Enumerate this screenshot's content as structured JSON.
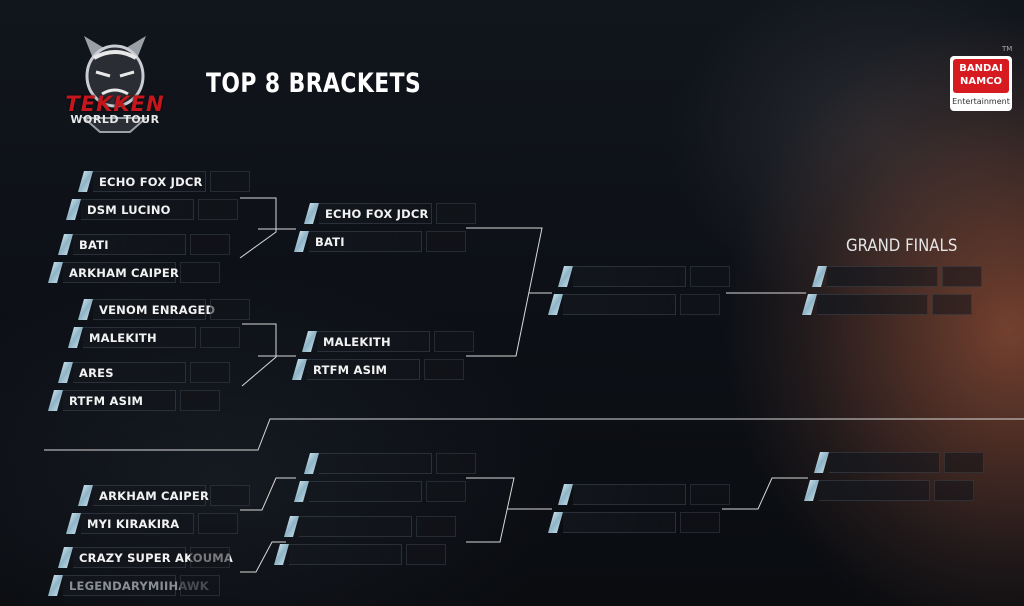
{
  "header": {
    "logo_text_main": "TEKKEN",
    "logo_text_sub": "WORLD TOUR",
    "title": "TOP 8 BRACKETS",
    "sponsor_line1": "BANDAI",
    "sponsor_line2": "NAMCO",
    "sponsor_line3": "Entertainment",
    "sponsor_tm": "TM"
  },
  "winners_bracket": {
    "round1": [
      "ECHO FOX JDCR",
      "DSM LUCINO",
      "BATI",
      "ARKHAM CAIPER",
      "VENOM ENRAGED",
      "MALEKITH",
      "ARES",
      "RTFM ASIM"
    ],
    "round2": [
      "ECHO FOX JDCR",
      "BATI",
      "MALEKITH",
      "RTFM ASIM"
    ],
    "final": [
      "",
      ""
    ]
  },
  "grand_finals": {
    "label": "GRAND FINALS",
    "players": [
      "",
      ""
    ]
  },
  "losers_bracket": {
    "round1": [
      "ARKHAM CAIPER",
      "MYI KIRAKIRA",
      "CRAZY SUPER AKOUMA",
      "LEGENDARYMIIHAWK"
    ],
    "round2": [
      "",
      "",
      "",
      ""
    ],
    "round3": [
      "",
      ""
    ],
    "final": [
      "",
      ""
    ]
  },
  "colors": {
    "accent_seed": "#9fc7d8",
    "line": "#d8d8d8",
    "logo_red": "#c4161c",
    "eliminated_text": "#8a8e95"
  }
}
